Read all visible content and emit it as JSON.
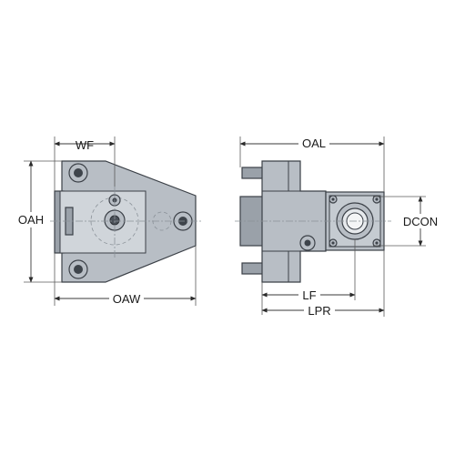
{
  "dimensions": {
    "wf": "WF",
    "oah": "OAH",
    "oaw": "OAW",
    "oal": "OAL",
    "dcon": "DCON",
    "lf": "LF",
    "lpr": "LPR"
  },
  "colors": {
    "body": "#b8bec5",
    "body_dark": "#9aa1a9",
    "outline": "#3b4047",
    "dimension": "#1a1a1a"
  }
}
